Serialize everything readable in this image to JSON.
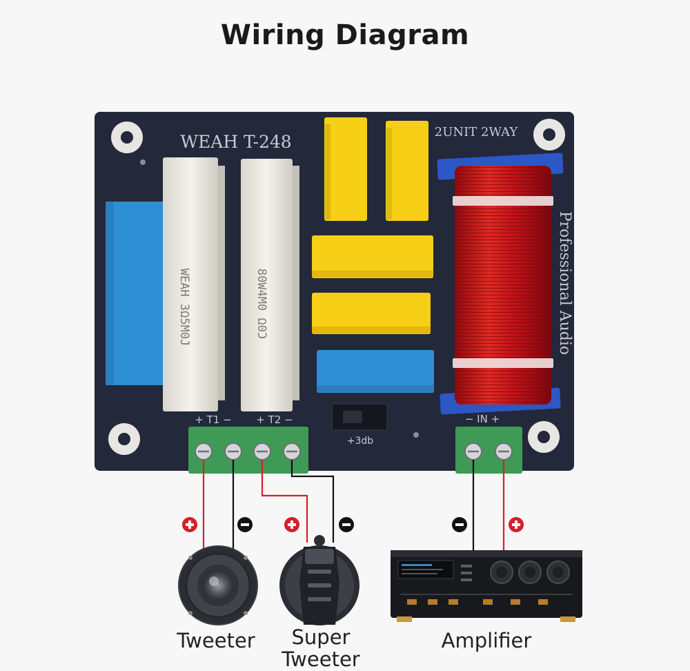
{
  "title": "Wiring Diagram",
  "board": {
    "model": "WEAH T-248",
    "config": "2UNIT 2WAY",
    "brand_vertical": "Professional Audio",
    "switch_label": "+3db",
    "terminal_t1": "+ T1 −",
    "terminal_t2": "+ T2 −",
    "terminal_in": "− IN +",
    "resistor_1_print": "WEAH 3Ω5M0J",
    "resistor_2_print": "80W4M0 Ω0Ͻ"
  },
  "devices": {
    "tweeter": "Tweeter",
    "super_tweeter_line1": "Super",
    "super_tweeter_line2": "Tweeter",
    "amplifier": "Amplifier"
  },
  "colors": {
    "positive_wire": "#d61f26",
    "negative_wire": "#111111",
    "board": "#23283a",
    "capacitor_yellow": "#f6cf16",
    "capacitor_blue": "#2f8fd4",
    "terminal_green": "#3e9a55",
    "coil_red": "#c2141a"
  }
}
